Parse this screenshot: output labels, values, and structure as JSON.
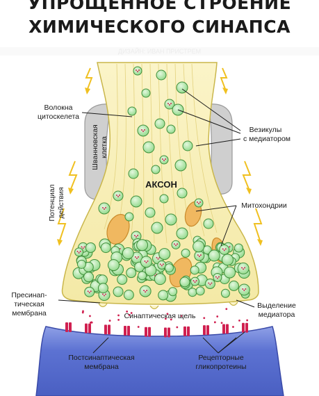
{
  "title": {
    "line1": "УПРОЩЕННОЕ СТРОЕНИЕ",
    "line2": "ХИМИЧЕСКОГО СИНАПСА"
  },
  "credit": "ДИЗАЙН: ИВАН ПРИСТРЕМ",
  "labels": {
    "fibers_1": "Волокна",
    "fibers_2": "цитоскелета",
    "schwann_1": "Шванновская",
    "schwann_2": "клетка",
    "axon": "АКСОН",
    "vesicles_1": "Везикулы",
    "vesicles_2": "с медиатором",
    "mito": "Митохондрии",
    "potential_1": "Потенциал",
    "potential_2": "действия",
    "presyn_1": "Пресинап-",
    "presyn_2": "тическая",
    "presyn_3": "мембрана",
    "cleft": "Синаптическая щель",
    "release_1": "Выделение",
    "release_2": "медиатора",
    "postsyn_1": "Постсинаптическая",
    "postsyn_2": "мембрана",
    "receptors_1": "Рецепторные",
    "receptors_2": "гликопротеины"
  },
  "colors": {
    "axon_fill": "#f7eeb2",
    "axon_stroke": "#c9b64a",
    "schwann": "#cfcfcf",
    "vesicle": "#a6e4a0",
    "vesicle_stroke": "#3f8f3a",
    "mito": "#f0b860",
    "post_fill": "#5c72d2",
    "receptor": "#d02050",
    "arrow": "#f0c020"
  }
}
